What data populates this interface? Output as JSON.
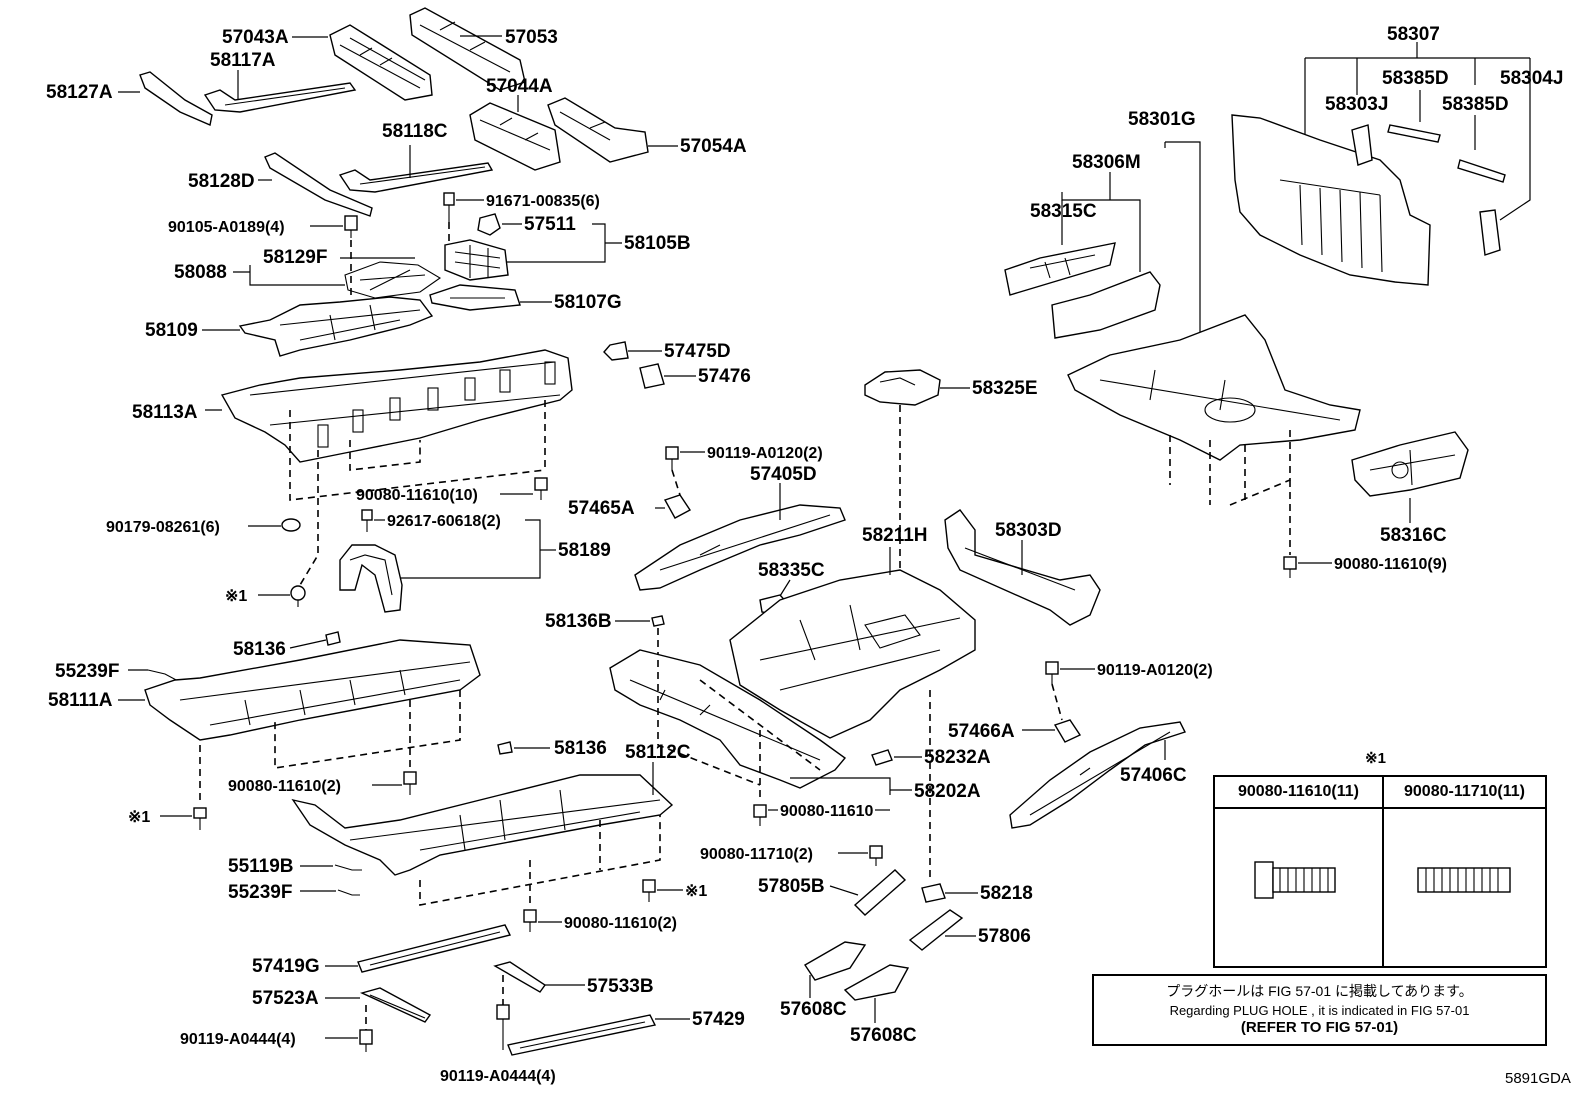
{
  "labels": {
    "p57043A": "57043A",
    "p57053": "57053",
    "p58117A": "58117A",
    "p58127A": "58127A",
    "p57044A": "57044A",
    "p57054A": "57054A",
    "p58118C": "58118C",
    "p58128D": "58128D",
    "p91671": "91671-00835(6)",
    "p90105": "90105-A0189(4)",
    "p57511": "57511",
    "p58105B": "58105B",
    "p58088": "58088",
    "p58129F": "58129F",
    "p58107G": "58107G",
    "p58109": "58109",
    "p57475D": "57475D",
    "p57476": "57476",
    "p58113A": "58113A",
    "p90080_10": "90080-11610(10)",
    "p90179": "90179-08261(6)",
    "p92617": "92617-60618(2)",
    "p58189": "58189",
    "p90119a": "90119-A0120(2)",
    "p57405D": "57405D",
    "p57465A": "57465A",
    "mark1a": "※1",
    "p58136a": "58136",
    "p55239F": "55239F",
    "p58111A": "58111A",
    "p90080_2a": "90080-11610(2)",
    "mark1b": "※1",
    "p58136b": "58136",
    "p58112C": "58112C",
    "p55119B": "55119B",
    "p55239Fb": "55239F",
    "mark1c": "※1",
    "p90080_2b": "90080-11610(2)",
    "p57419G": "57419G",
    "p57523A": "57523A",
    "p57533B": "57533B",
    "p90119_A0444a": "90119-A0444(4)",
    "p57429": "57429",
    "p90119_A0444b": "90119-A0444(4)",
    "p58325E": "58325E",
    "p58335C": "58335C",
    "p58211H": "58211H",
    "p58303D": "58303D",
    "p58136B": "58136B",
    "p58232A": "58232A",
    "p58202A": "58202A",
    "p90080_11610": "90080-11610",
    "p90080_11710": "90080-11710(2)",
    "p57805B": "57805B",
    "p58218": "58218",
    "p57806": "57806",
    "p57608Ca": "57608C",
    "p57608Cb": "57608C",
    "p90119b": "90119-A0120(2)",
    "p57466A": "57466A",
    "p57406C": "57406C",
    "p58307": "58307",
    "p58385Da": "58385D",
    "p58304J": "58304J",
    "p58303J": "58303J",
    "p58385Db": "58385D",
    "p58301G": "58301G",
    "p58306M": "58306M",
    "p58315C": "58315C",
    "p58316C": "58316C",
    "p90080_9": "90080-11610(9)"
  },
  "bolt_table": {
    "mark": "※1",
    "col1": "90080-11610(11)",
    "col2": "90080-11710(11)"
  },
  "note": {
    "line1": "プラグホールは FIG 57-01 に掲載してあります。",
    "line2": "Regarding  PLUG  HOLE , it is indicated in FIG  57-01",
    "line3": "(REFER TO FIG 57-01)"
  },
  "figure_id": "5891GDA"
}
